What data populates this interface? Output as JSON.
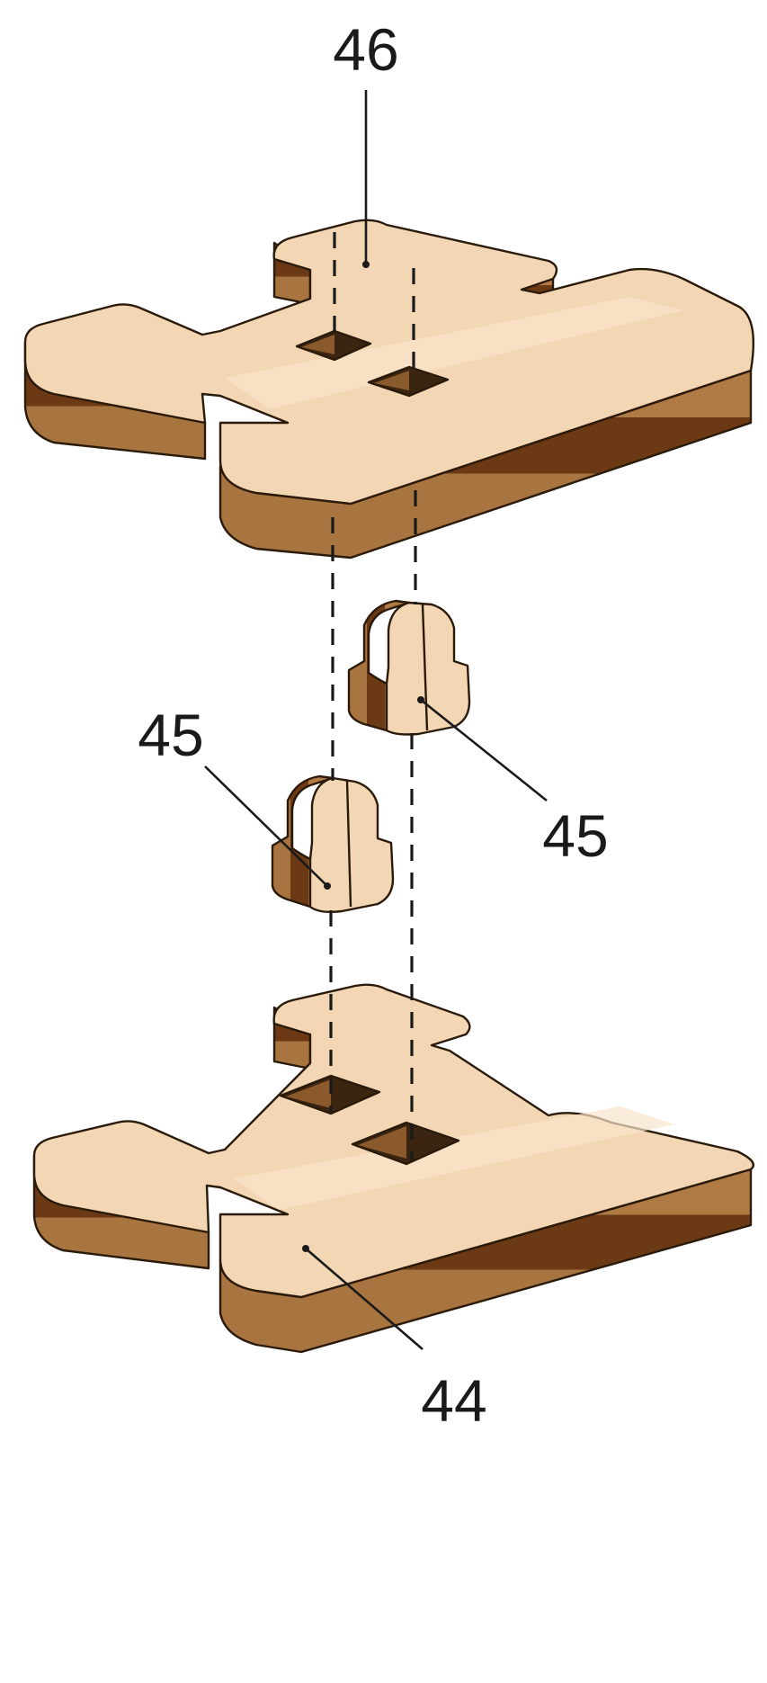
{
  "labels": {
    "top_plate": "46",
    "peg_upper": "45",
    "peg_left": "45",
    "bottom_plate": "44"
  },
  "colors": {
    "top_face": "#f3d6b3",
    "top_face_light": "#f8e4ca",
    "edge_light": "#a8743f",
    "edge_dark": "#6b3a14",
    "hole": "#3b2410",
    "hole_inner": "#8a5a2c",
    "ink": "#1a1a1a"
  }
}
